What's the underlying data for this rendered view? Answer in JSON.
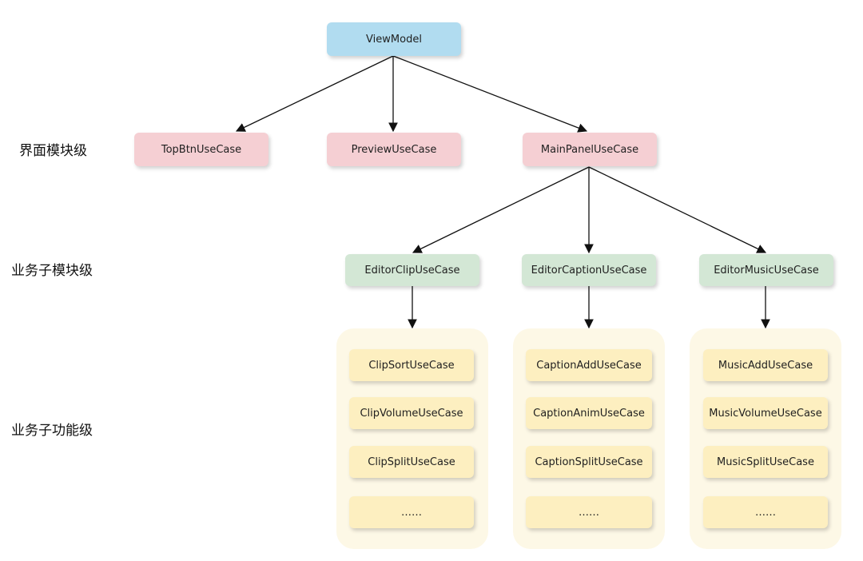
{
  "levels": {
    "ui_module": "界面模块级",
    "business_submodule": "业务子模块级",
    "business_subfunction": "业务子功能级"
  },
  "nodes": {
    "view_model": "ViewModel",
    "top_btn": "TopBtnUseCase",
    "preview": "PreviewUseCase",
    "main_panel": "MainPanelUseCase",
    "editor_clip": "EditorClipUseCase",
    "editor_caption": "EditorCaptionUseCase",
    "editor_music": "EditorMusicUseCase"
  },
  "groups": {
    "clip": [
      "ClipSortUseCase",
      "ClipVolumeUseCase",
      "ClipSplitUseCase",
      "……"
    ],
    "caption": [
      "CaptionAddUseCase",
      "CaptionAnimUseCase",
      "CaptionSplitUseCase",
      "……"
    ],
    "music": [
      "MusicAddUseCase",
      "MusicVolumeUseCase",
      "MusicSplitUseCase",
      "……"
    ]
  },
  "colors": {
    "root": "#b1dcf0",
    "ui_module": "#f5cfd3",
    "business_submodule": "#d3e7d5",
    "business_subfunction": "#fdefc0",
    "group_background": "#fdf8e6"
  }
}
